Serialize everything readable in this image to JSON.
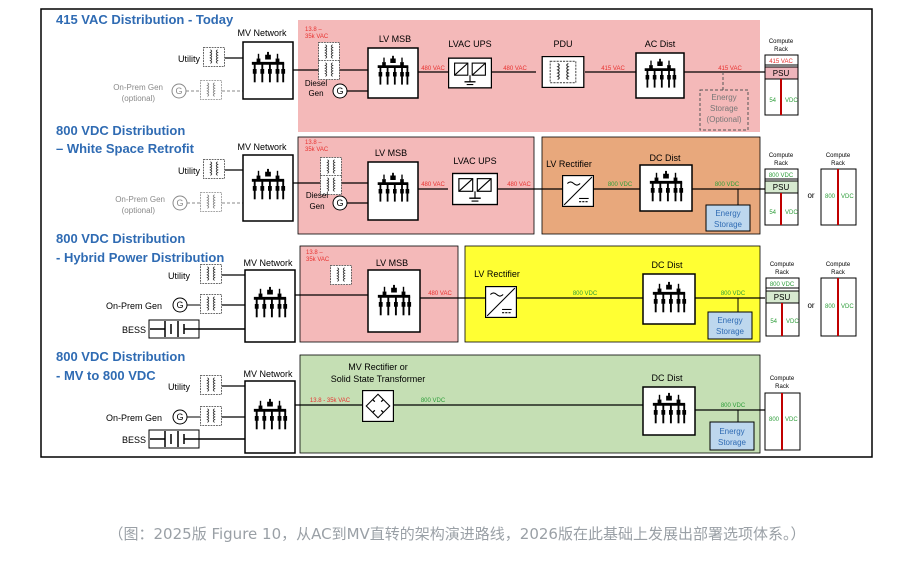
{
  "colors": {
    "title_blue": "#2f6bb3",
    "voltage_red": "#e8312f",
    "voltage_green": "#2e9e3a",
    "pink_zone": "#f4b9b9",
    "orange_zone": "#e8a87c",
    "yellow_zone": "#ffff33",
    "green_zone": "#c5dfb4",
    "psu_fill": "#eeb5bb",
    "psu_fill_green": "#d7ead0",
    "storage_fill": "#bdd7ee"
  },
  "rows": [
    {
      "title_line1": "415 VAC Distribution - Today",
      "title_line2": "",
      "utility": "Utility",
      "onprem": "On-Prem Gen",
      "onprem_sub": "(optional)",
      "mv_network": "MV Network",
      "mv_voltage_1": "13.8 –",
      "mv_voltage_2": "35k VAC",
      "diesel_1": "Diesel",
      "diesel_2": "Gen",
      "lv_msb": "LV MSB",
      "v_480a": "480 VAC",
      "lvac_ups": "LVAC UPS",
      "v_480b": "480 VAC",
      "pdu": "PDU",
      "v_415a": "415 VAC",
      "ac_dist": "AC Dist",
      "v_415b": "415 VAC",
      "storage_1": "Energy",
      "storage_2": "Storage",
      "storage_3": "(Optional)",
      "rack_1": "Compute",
      "rack_2": "Rack",
      "rack_v": "415 VAC",
      "psu": "PSU",
      "rack_v2": "54",
      "rack_v2u": "VDC"
    },
    {
      "title_line1": "800 VDC Distribution",
      "title_line2": "– White Space Retrofit",
      "utility": "Utility",
      "onprem": "On-Prem Gen",
      "onprem_sub": "(optional)",
      "mv_network": "MV Network",
      "mv_voltage_1": "13.8 –",
      "mv_voltage_2": "35k VAC",
      "diesel_1": "Diesel",
      "diesel_2": "Gen",
      "lv_msb": "LV MSB",
      "v_480a": "480 VAC",
      "lvac_ups": "LVAC UPS",
      "v_480b": "480 VAC",
      "lv_rectifier": "LV Rectifier",
      "v_800a": "800 VDC",
      "dc_dist": "DC Dist",
      "v_800b": "800 VDC",
      "storage_1": "Energy",
      "storage_2": "Storage",
      "rack_1": "Compute",
      "rack_2": "Rack",
      "rack_v": "800 VDC",
      "psu": "PSU",
      "rack_v2": "54",
      "rack_v2u": "VDC",
      "or": "or",
      "rack2_v": "800",
      "rack2_vu": "VDC"
    },
    {
      "title_line1": "800 VDC Distribution",
      "title_line2": "- Hybrid Power Distribution",
      "utility": "Utility",
      "onprem": "On-Prem Gen",
      "bess": "BESS",
      "mv_network": "MV Network",
      "mv_voltage_1": "13.8 –",
      "mv_voltage_2": "35k VAC",
      "lv_msb": "LV MSB",
      "v_480a": "480 VAC",
      "lv_rectifier": "LV Rectifier",
      "v_800a": "800 VDC",
      "dc_dist": "DC Dist",
      "v_800b": "800 VDC",
      "storage_1": "Energy",
      "storage_2": "Storage",
      "rack_1": "Compute",
      "rack_2": "Rack",
      "rack_v": "800 VDC",
      "psu": "PSU",
      "rack_v2": "54",
      "rack_v2u": "VDC",
      "or": "or",
      "rack2_v": "800",
      "rack2_vu": "VDC"
    },
    {
      "title_line1": "800 VDC Distribution",
      "title_line2": "- MV to 800 VDC",
      "utility": "Utility",
      "onprem": "On-Prem Gen",
      "bess": "BESS",
      "mv_network": "MV Network",
      "mv_rect_1": "MV Rectifier or",
      "mv_rect_2": "Solid State Transformer",
      "mv_voltage": "13.8 - 35k VAC",
      "v_800a": "800 VDC",
      "dc_dist": "DC Dist",
      "v_800b": "800 VDC",
      "storage_1": "Energy",
      "storage_2": "Storage",
      "rack_1": "Compute",
      "rack_2": "Rack",
      "rack_v": "800",
      "rack_vu": "VDC"
    }
  ],
  "caption": "（图：2025版 Figure 10，从AC到MV直转的架构演进路线，2026版在此基础上发展出部署选项体系。）"
}
